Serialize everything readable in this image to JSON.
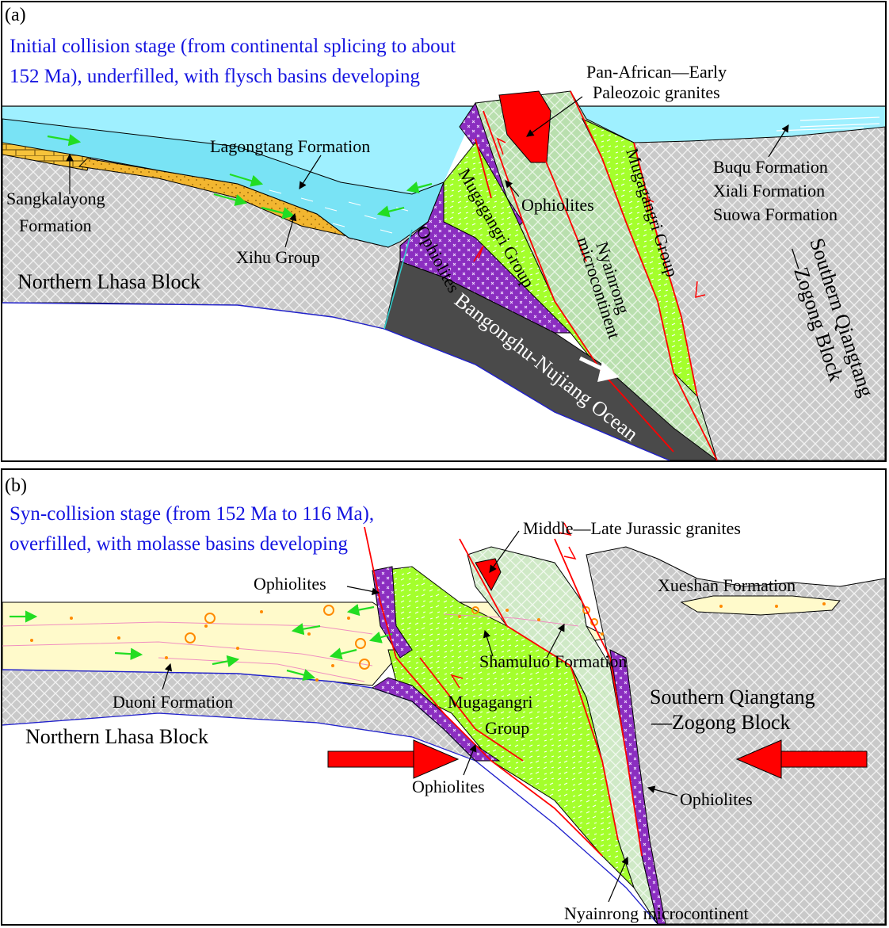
{
  "panel_a": {
    "letter": "(a)",
    "title_line1": "Initial collision stage (from continental splicing to about",
    "title_line2": "152 Ma), underfilled, with flysch basins developing",
    "labels": {
      "granites_line1": "Pan-African—Early",
      "granites_line2": "Paleozoic granites",
      "lagongtang": "Lagongtang Formation",
      "sangkalayong_line1": "Sangkalayong",
      "sangkalayong_line2": "Formation",
      "xihu": "Xihu Group",
      "northern_lhasa": "Northern Lhasa Block",
      "ophiolites_upper": "Ophiolites",
      "ophiolites_lower": "Ophiolites",
      "mugagangri_left": "Mugagangri Group",
      "mugagangri_right": "Mugagangri Group",
      "nyainrong_line1": "Nyainrong",
      "nyainrong_line2": "microcontinent",
      "buqu": "Buqu Formation",
      "xiali": "Xiali Formation",
      "suowa": "Suowa Formation",
      "qiangtang_line1": "Southern Qiangtang",
      "qiangtang_line2": "—Zogong Block",
      "ocean": "Bangonghu-Nujiang Ocean"
    }
  },
  "panel_b": {
    "letter": "(b)",
    "title_line1": "Syn-collision stage (from 152 Ma to 116 Ma),",
    "title_line2": "overfilled, with molasse basins developing",
    "labels": {
      "granites": "Middle—Late Jurassic granites",
      "ophiolites_top": "Ophiolites",
      "xueshan": "Xueshan Formation",
      "shamuluo": "Shamuluo Formation",
      "duoni": "Duoni Formation",
      "mugagangri_line1": "Mugagangri",
      "mugagangri_line2": "Group",
      "qiangtang_line1": "Southern Qiangtang",
      "qiangtang_line2": "—Zogong Block",
      "northern_lhasa": "Northern Lhasa Block",
      "ophiolites_bottom": "Ophiolites",
      "ophiolites_right": "Ophiolites",
      "nyainrong": "Nyainrong microcontinent"
    }
  },
  "colors": {
    "title": "#1414e0",
    "sea": "#9ff0ff",
    "flysch": "#79e3f5",
    "ophiolite": "#8b2ec0",
    "mugagangri": "#a4ff2c",
    "nyainrong": "#b5dfaa",
    "ocean_crust": "#4a4a4a",
    "granite": "#ff0000",
    "molasse": "#fffacb",
    "fault": "#ff0000",
    "arrow_green": "#22dd22"
  }
}
